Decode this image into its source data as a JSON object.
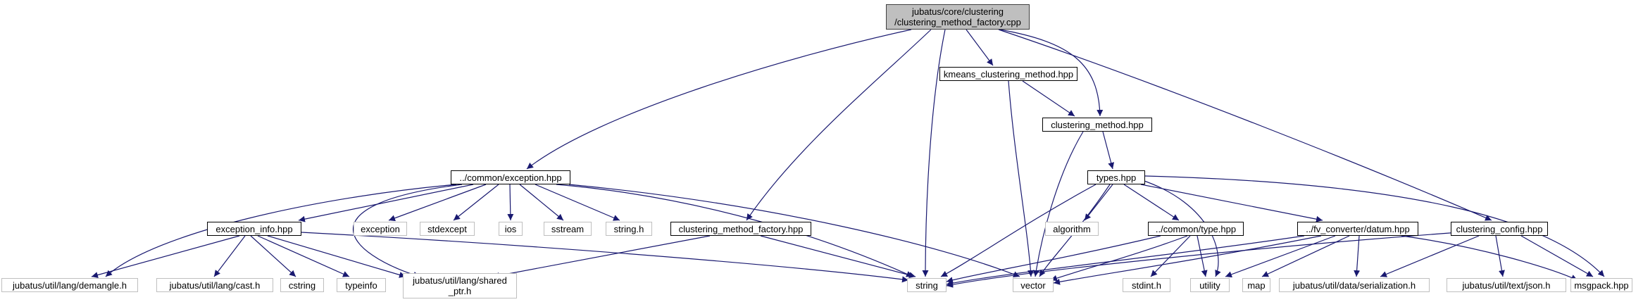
{
  "colors": {
    "edge": "#191970",
    "box_border": "#000000",
    "ghost_border": "#bfbfbf",
    "root_fill": "#bfbfbf"
  },
  "nodes": {
    "root": "jubatus/core/clustering\n/clustering_method_factory.cpp",
    "kmeans": "kmeans_clustering_method.hpp",
    "clustering_method": "clustering_method.hpp",
    "exception": "../common/exception.hpp",
    "types": "types.hpp",
    "exception_info": "exception_info.hpp",
    "exc": "exception",
    "stdexcept": "stdexcept",
    "ios": "ios",
    "sstream": "sstream",
    "string_h": "string.h",
    "cmf_hpp": "clustering_method_factory.hpp",
    "algorithm": "algorithm",
    "common_type": "../common/type.hpp",
    "datum": "../fv_converter/datum.hpp",
    "clustering_config": "clustering_config.hpp",
    "demangle": "jubatus/util/lang/demangle.h",
    "cast": "jubatus/util/lang/cast.h",
    "cstring": "cstring",
    "typeinfo": "typeinfo",
    "shared_ptr": "jubatus/util/lang/shared\n_ptr.h",
    "string": "string",
    "vector": "vector",
    "stdint": "stdint.h",
    "utility": "utility",
    "map": "map",
    "serialization": "jubatus/util/data/serialization.h",
    "json": "jubatus/util/text/json.h",
    "msgpack": "msgpack.hpp"
  }
}
